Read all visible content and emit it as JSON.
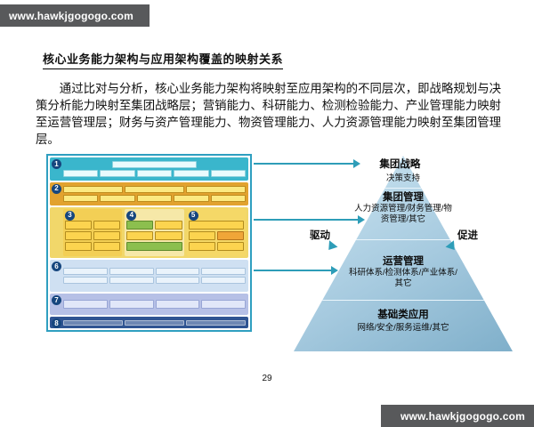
{
  "watermarks": {
    "top": "www.hawkjgogogo.com",
    "bottom": "www.hawkjgogogo.com"
  },
  "document": {
    "title": "核心业务能力架构与应用架构覆盖的映射关系",
    "body_text": "通过比对与分析，核心业务能力架构将映射至应用架构的不同层次，即战略规划与决策分析能力映射至集团战略层；营销能力、科研能力、检测检验能力、产业管理能力映射至运营管理层；财务与资产管理能力、物资管理能力、人力资源管理能力映射至集团管理层。",
    "page_number": "29"
  },
  "architecture": {
    "layer_numbers": [
      "1",
      "2",
      "3",
      "4",
      "5",
      "6",
      "7",
      "8"
    ]
  },
  "pyramid": {
    "levels": [
      {
        "title": "集团战略",
        "subtitle": "决策支持"
      },
      {
        "title": "集团管理",
        "subtitle": "人力资源管理/财务管理/物资管理/其它"
      },
      {
        "title": "运营管理",
        "subtitle": "科研体系/检测体系/产业体系/其它"
      },
      {
        "title": "基础类应用",
        "subtitle": "网络/安全/服务运维/其它"
      }
    ],
    "left_label": "驱动",
    "right_label": "促进"
  },
  "colors": {
    "banner": "#58595b",
    "arrow": "#2e9db8",
    "pyramid_fill": "#a6cadf"
  }
}
